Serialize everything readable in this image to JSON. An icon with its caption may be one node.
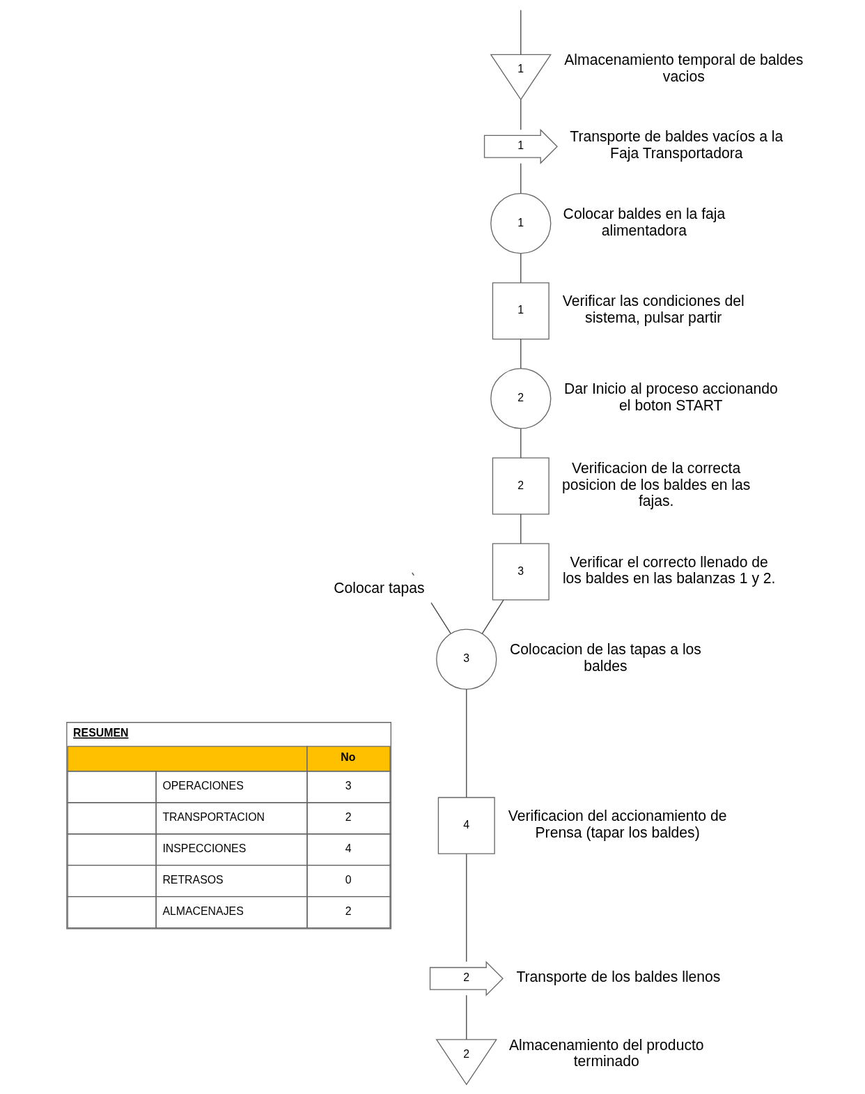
{
  "diagram": {
    "nodes": [
      {
        "text": [
          "1"
        ],
        "beside": [
          "Almacenamiento temporal de baldes vacios"
        ]
      },
      {
        "text": [
          "1"
        ],
        "beside": [
          "Transporte de baldes vacíos a la Faja Transportadora"
        ]
      },
      {
        "text": [
          "1"
        ],
        "beside": [
          "Colocar baldes en la faja alimentadora"
        ]
      },
      {
        "text": [
          "1"
        ],
        "beside": [
          "Verificar las condiciones del sistema, pulsar partir"
        ]
      },
      {
        "text": [
          "2"
        ],
        "beside": [
          "Dar Inicio al proceso accionando el boton START"
        ]
      },
      {
        "text": [
          "2"
        ],
        "beside": [
          "Verificacion de la correcta posicion de los baldes en las fajas."
        ]
      },
      {
        "text": [
          "3"
        ],
        "beside": [
          "Verificar el correcto llenado de los baldes en las balanzas 1 y 2."
        ]
      },
      {
        "text": [
          "3"
        ],
        "beside": [
          "Colocacion de las tapas a los baldes"
        ]
      },
      {
        "text": [
          "4"
        ],
        "beside": [
          "Verificacion del accionamiento de Prensa (tapar los baldes)"
        ]
      },
      {
        "text": [
          "2"
        ],
        "beside": [
          "Transporte de los baldes llenos"
        ]
      },
      {
        "text": [
          "2"
        ],
        "beside": [
          "Almacenamiento del producto terminado"
        ]
      }
    ],
    "edges": [
      {
        "from": null,
        "to": 0,
        "arrow": "none"
      },
      {
        "from": 0,
        "to": 1,
        "arrow": "none"
      },
      {
        "from": 1,
        "to": 2,
        "arrow": "none"
      },
      {
        "from": 2,
        "to": 3,
        "arrow": "none"
      },
      {
        "from": 3,
        "to": 4,
        "arrow": "none"
      },
      {
        "from": 4,
        "to": 5,
        "arrow": "none"
      },
      {
        "from": 5,
        "to": 6,
        "arrow": "none"
      },
      {
        "from": 6,
        "to": 7,
        "arrow": "none"
      },
      {
        "from": null,
        "to": 7,
        "arrow": "none",
        "label": "Colocar tapas"
      },
      {
        "from": 7,
        "to": 8,
        "arrow": "none"
      },
      {
        "from": 8,
        "to": 9,
        "arrow": "none"
      },
      {
        "from": 9,
        "to": 10,
        "arrow": "none"
      }
    ],
    "labels": [
      "RESUMEN",
      "No",
      "OPERACIONES",
      "3",
      "TRANSPORTACION",
      "2",
      "INSPECCIONES",
      "4",
      "RETRASOS",
      "0",
      "ALMACENAJES",
      "2"
    ]
  }
}
